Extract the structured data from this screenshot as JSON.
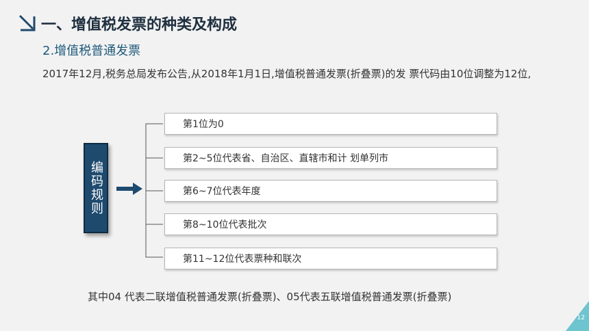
{
  "header": {
    "title": "一、增值税发票的种类及构成",
    "subtitle": "2.增值税普通发票"
  },
  "paragraph": "2017年12月,税务总局发布公告,从2018年1月1日,增值税普通发票(折叠票)的发 票代码由10位调整为12位,",
  "diagram": {
    "rule_label": "编码规则",
    "items": [
      "第1位为0",
      "第2~5位代表省、自治区、直辖市和计 划单列市",
      "第6~7位代表年度",
      "第8~10位代表批次",
      "第11~12位代表票种和联次"
    ]
  },
  "footer_note": "其中04 代表二联增值税普通发票(折叠票)、05代表五联增值税普通发票(折叠票)",
  "page_number": "12",
  "colors": {
    "title": "#1f2f3f",
    "accent": "#1e4a6e",
    "teal": "#6ec4cf",
    "background": "#f2f2f2"
  },
  "icons": {
    "title": "arrow-down-right-icon",
    "connector": "arrow-right-icon"
  }
}
